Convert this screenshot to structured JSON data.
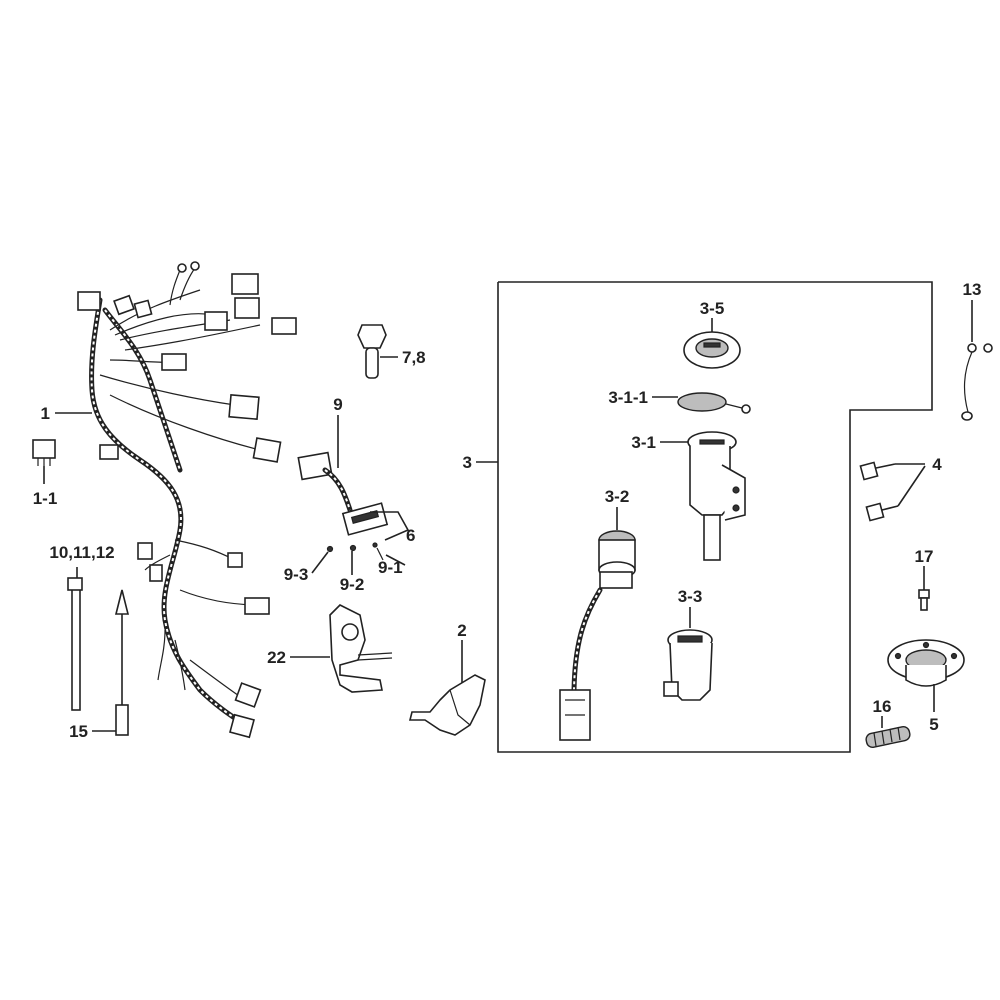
{
  "labels": {
    "l_1": "1",
    "l_1_1": "1-1",
    "l_10_11_12": "10,11,12",
    "l_15": "15",
    "l_7_8": "7,8",
    "l_9": "9",
    "l_6": "6",
    "l_9_1": "9-1",
    "l_9_2": "9-2",
    "l_9_3": "9-3",
    "l_22": "22",
    "l_2": "2",
    "l_3": "3",
    "l_3_5": "3-5",
    "l_3_1_1": "3-1-1",
    "l_3_1": "3-1",
    "l_3_2": "3-2",
    "l_3_3": "3-3",
    "l_13": "13",
    "l_4": "4",
    "l_17": "17",
    "l_5": "5",
    "l_16": "16"
  }
}
